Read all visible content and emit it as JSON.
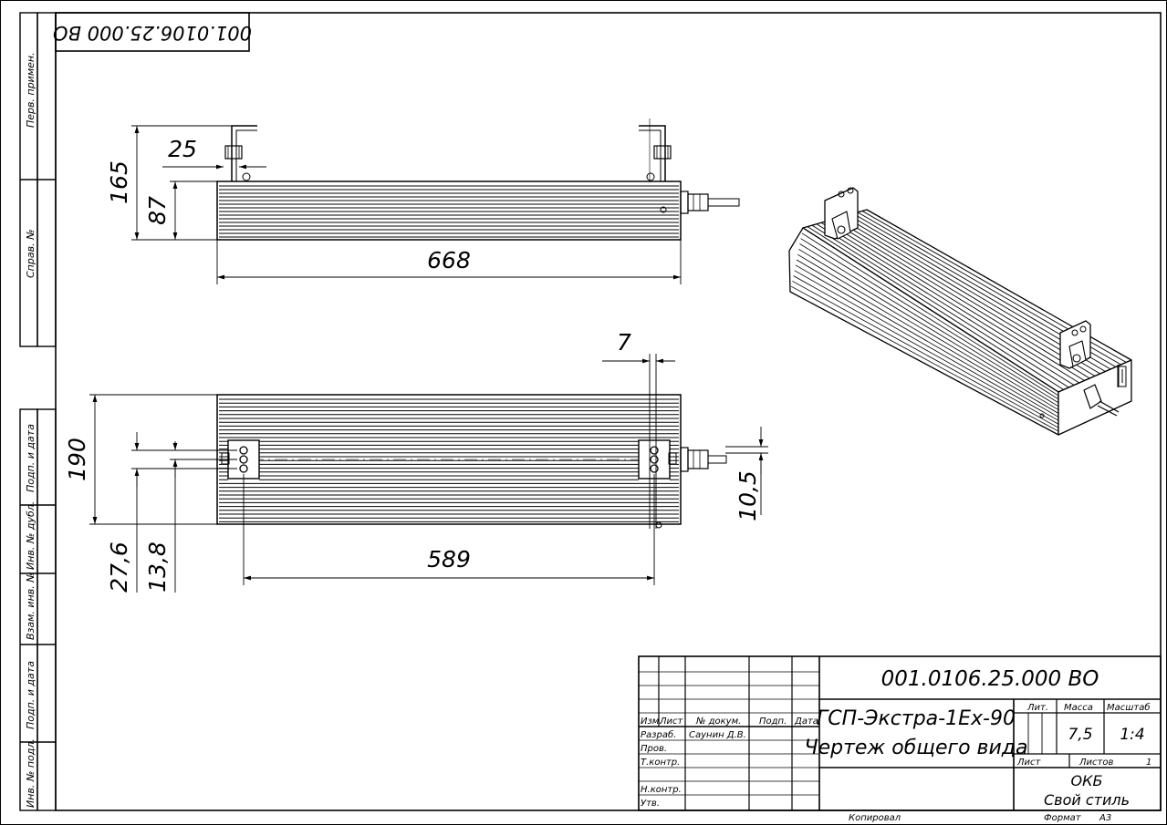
{
  "stamp_rotated": "001.0106.25.000 ВО",
  "sidebar": {
    "perv_primen": "Перв. примен.",
    "sprav_no": "Справ. №",
    "podp_data_1": "Подп. и дата",
    "inv_dubl": "Инв. № дубл.",
    "vzam_inv": "Взам. инв. №",
    "podp_data_2": "Подп. и дата",
    "inv_podl": "Инв. № подл."
  },
  "dimensions": {
    "height_total": "165",
    "height_body": "87",
    "bracket_offset": "25",
    "length_total": "668",
    "gland_offset": "7",
    "width_body": "190",
    "bracket_w1": "27,6",
    "bracket_w2": "13,8",
    "gland_height": "10,5",
    "bracket_spacing": "589"
  },
  "title_block": {
    "designation": "001.0106.25.000 ВО",
    "name_line1": "ГСП-Экстра-1Ex-90",
    "name_line2": "Чертеж общего вида",
    "col_izm": "Изм.",
    "col_list": "Лист",
    "col_doc": "№ докум.",
    "col_podp": "Подп.",
    "col_data": "Дата",
    "row_razrab": "Разраб.",
    "razrab_name": "Саунин Д.В.",
    "row_prov": "Пров.",
    "row_tkontr": "Т.контр.",
    "row_nkontr": "Н.контр.",
    "row_utv": "Утв.",
    "lit_label": "Лит.",
    "massa_label": "Масса",
    "masshtab_label": "Масштаб",
    "massa_value": "7,5",
    "masshtab_value": "1:4",
    "list_label": "Лист",
    "listov_label": "Листов",
    "listov_value": "1",
    "org_line1": "ОКБ",
    "org_line2": "Свой стиль",
    "kopiroval": "Копировал",
    "format": "Формат",
    "format_value": "A3"
  }
}
